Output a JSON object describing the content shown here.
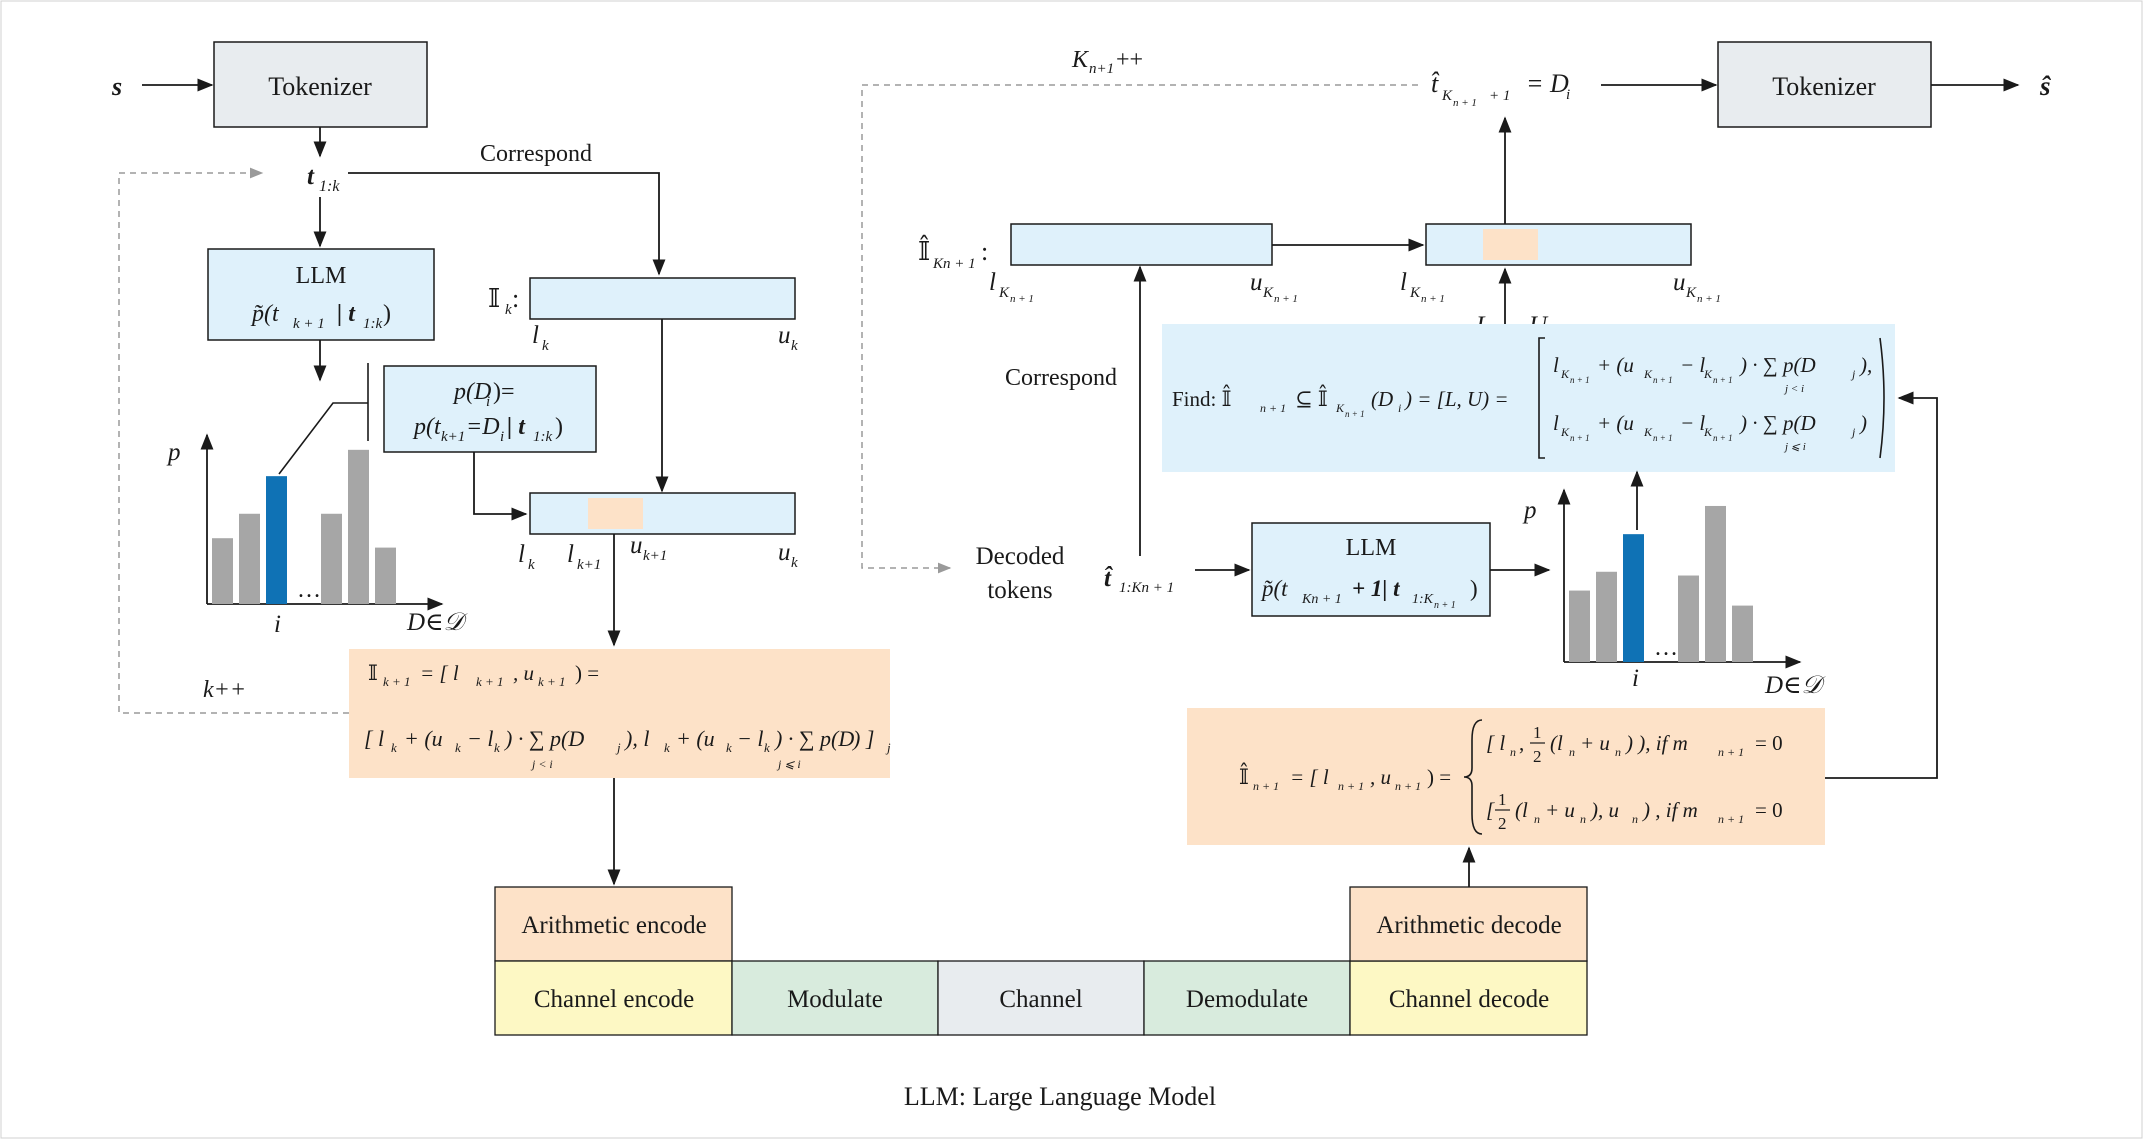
{
  "colors": {
    "box_gray": "#e8ecef",
    "box_blue": "#dff1fb",
    "box_orange": "#fde2c8",
    "box_yellow": "#fdf8c4",
    "box_green": "#d8ebdd",
    "bar_gray": "#a6a6a6",
    "bar_blue": "#0f72b5",
    "line": "#1a1a1a",
    "dash": "#9a9a9a"
  },
  "encoder": {
    "input_symbol": "s",
    "tokenizer_label": "Tokenizer",
    "tokens_symbol": "t",
    "tokens_sub": "1:k",
    "correspond_label": "Correspond",
    "llm_label": "LLM",
    "llm_formula": "p̃(t",
    "llm_formula_sub1": "k + 1",
    "llm_formula_mid": "| t",
    "llm_formula_sub2": "1:k",
    "llm_formula_end": ")",
    "interval_symbol": "𝕀",
    "interval_sub": "k",
    "interval_lo": "l",
    "interval_lo_sub": "k",
    "interval_hi": "u",
    "interval_hi_sub": "k",
    "prob_line1": "p(D",
    "prob_line1_sub": "i",
    "prob_line1_end": ")=",
    "prob_line2": "p(t",
    "prob_line2_sub1": "k+1",
    "prob_line2_mid": "=D",
    "prob_line2_sub2": "i",
    "prob_line2_mid2": "| t",
    "prob_line2_sub3": "1:k",
    "prob_line2_end": ")",
    "chart_y": "p",
    "chart_x": "D∈𝒟",
    "chart_i": "i",
    "chart_dots": "…",
    "sub_lo": "l",
    "sub_lo_sub": "k",
    "sub_mid_lo": "l",
    "sub_mid_lo_sub": "k+1",
    "sub_mid_hi": "u",
    "sub_mid_hi_sub": "k+1",
    "sub_hi": "u",
    "sub_hi_sub": "k",
    "loop_label": "k++",
    "update_line1": "𝕀",
    "update_line1_sub": "k + 1",
    "update_line1_rest": "= [ l",
    "update_line1_sub2": "k + 1",
    "update_line1_rest2": ", u",
    "update_line1_sub3": "k + 1",
    "update_line1_end": ") =",
    "update_line2": "[ l",
    "update_line2_k": "k",
    "update_line2_a": "+ (u",
    "update_line2_b": "− l",
    "update_line2_c": ") · ∑ p(D",
    "update_line2_j": "j",
    "update_line2_d": "), l",
    "update_line2_e": "+ (u",
    "update_line2_f": "− l",
    "update_line2_g": ") · ∑ p(D",
    "update_line2_h": ") ]",
    "update_sum1_sub": "j < i",
    "update_sum2_sub": "j ⩽ i"
  },
  "decoder": {
    "top_counter": "K",
    "top_counter_sub": "n+1",
    "top_counter_end": "++",
    "token_hat": "t̂",
    "token_hat_sub": "K",
    "token_hat_subsub": "n + 1",
    "token_hat_sub_end": "+ 1",
    "token_eq": "= D",
    "token_eq_sub": "i",
    "tokenizer_label": "Tokenizer",
    "output_symbol": "ŝ",
    "interval_symbol": "𝕀̂",
    "interval_sub": "Kn + 1",
    "interval_lo": "l",
    "interval_lo_sub": "K",
    "interval_lo_subsub": "n + 1",
    "interval_hi": "u",
    "interval_hi_sub": "K",
    "interval_hi_subsub": "n + 1",
    "sub_L": "L",
    "sub_U": "U",
    "correspond_label": "Correspond",
    "find_formula_prefix": "Find: 𝕀̂",
    "find_sub1": "n + 1",
    "find_mid": "⊆ 𝕀̂",
    "find_sub2": "K",
    "find_sub2b": "n + 1",
    "find_mid2": "(D",
    "find_sub3": "i",
    "find_mid3": ") = [L, U) =",
    "find_row1": "l",
    "find_row1_b": "+ (u",
    "find_row1_c": "− l",
    "find_row1_d": ") · ∑ p(D",
    "find_row1_e": "),",
    "find_row1_sum": "j < i",
    "find_row2_b": "+ (u",
    "find_row2_c": "− l",
    "find_row2_d": ") · ∑ p(D",
    "find_row2_e": ")",
    "find_row2_sum": "j ⩽ i",
    "find_sub_K": "K",
    "find_sub_n": "n + 1",
    "find_sub_j": "j",
    "decoded_line1": "Decoded",
    "decoded_line2": "tokens",
    "hat_tokens": "t̂",
    "hat_tokens_sub": "1:Kn + 1",
    "llm_label": "LLM",
    "llm_formula": "p̃(t",
    "llm_formula_sub1": "Kn + 1",
    "llm_formula_mid": "+ 1| t",
    "llm_formula_sub2": "1:K",
    "llm_formula_sub2b": "n + 1",
    "llm_formula_end": ")",
    "chart_y": "p",
    "chart_x": "D∈𝒟",
    "chart_i": "i",
    "chart_dots": "…",
    "update_lhs": "𝕀̂",
    "update_lhs_sub": "n + 1",
    "update_eq": "= [ l",
    "update_eq_sub": "n + 1",
    "update_eq2": ", u",
    "update_eq_sub2": "n + 1",
    "update_eq_end": ") =",
    "case1": "[ l",
    "case1_sub": "n",
    "case1_b": ",",
    "case1_half": "1",
    "case1_half_den": "2",
    "case1_c": "(l",
    "case1_d": "+ u",
    "case1_e": ") ), if m",
    "case1_f": "n + 1",
    "case1_g": "= 0",
    "case2": "[",
    "case2_c": "(l",
    "case2_d": "+ u",
    "case2_e": "), u",
    "case2_f": ") , if m",
    "case2_g": "= 0"
  },
  "pipeline": {
    "arith_encode": "Arithmetic encode",
    "channel_encode": "Channel encode",
    "modulate": "Modulate",
    "channel": "Channel",
    "demodulate": "Demodulate",
    "channel_decode": "Channel decode",
    "arith_decode": "Arithmetic decode"
  },
  "caption": "LLM: Large Language Model",
  "charts": {
    "encoder_bars": [
      0.35,
      0.48,
      0.68,
      0.48,
      0.82,
      0.3
    ],
    "encoder_highlight": 2,
    "decoder_bars": [
      0.38,
      0.48,
      0.68,
      0.46,
      0.83,
      0.3
    ],
    "decoder_highlight": 2
  }
}
